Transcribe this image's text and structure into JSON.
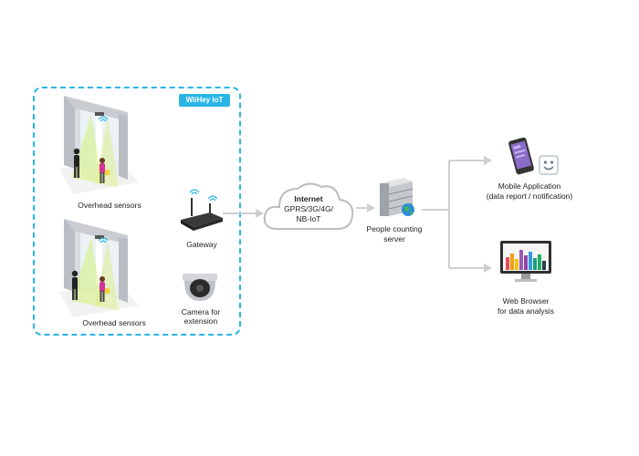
{
  "badge": {
    "text": "WiiHey IoT"
  },
  "labels": {
    "sensors_top": "Overhead sensors",
    "sensors_bottom": "Overhead sensors",
    "gateway": "Gateway",
    "camera_line1": "Camera for",
    "camera_line2": "extension",
    "internet_line1": "Internet",
    "internet_line2": "GPRS/3G/4G/",
    "internet_line3": "NB-IoT",
    "server_line1": "People counting",
    "server_line2": "server",
    "mobile_line1": "Mobile Application",
    "mobile_line2": "(data report / notification)",
    "web_line1": "Web Browser",
    "web_line2": "for data analysis"
  },
  "colors": {
    "accent": "#29b6e6",
    "arrow": "#cfcfcf",
    "door": "#c9cdd2",
    "sensor_beam": "#d6f07a"
  },
  "icons": {
    "doorway": "automatic-door-icon",
    "person": "person-icon",
    "wifi": "wifi-icon",
    "router": "router-icon",
    "camera": "dome-camera-icon",
    "cloud": "cloud-icon",
    "server": "server-rack-icon",
    "globe": "globe-icon",
    "phone": "smartphone-icon",
    "smiley": "smiley-icon",
    "monitor": "monitor-icon"
  }
}
